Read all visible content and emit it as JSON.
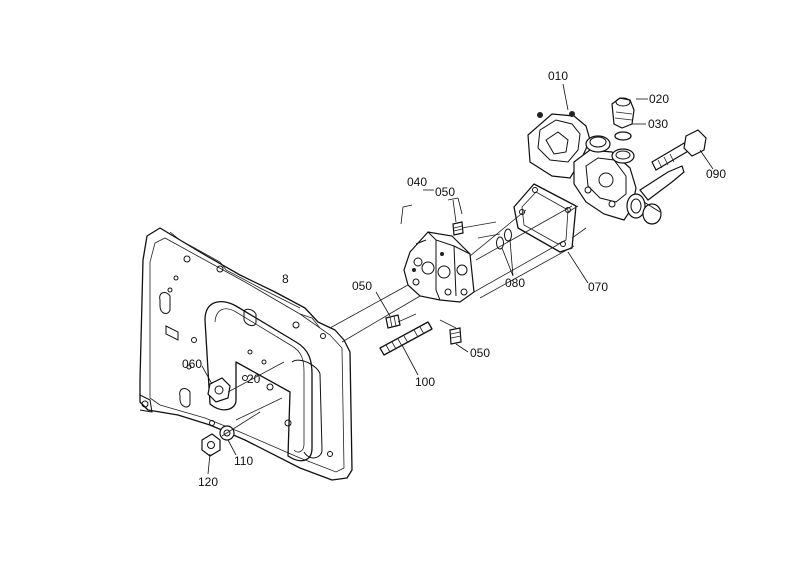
{
  "diagram": {
    "callouts": {
      "p010": "010",
      "p020": "020",
      "p030": "030",
      "p040": "040",
      "p050a": "050",
      "p050b": "050",
      "p050c": "050",
      "p060": "060",
      "p070": "070",
      "p080": "080",
      "p090": "090",
      "p100": "100",
      "p110": "110",
      "p120": "120"
    },
    "plate_marks": {
      "mark_a": "8",
      "mark_b": "20"
    }
  }
}
